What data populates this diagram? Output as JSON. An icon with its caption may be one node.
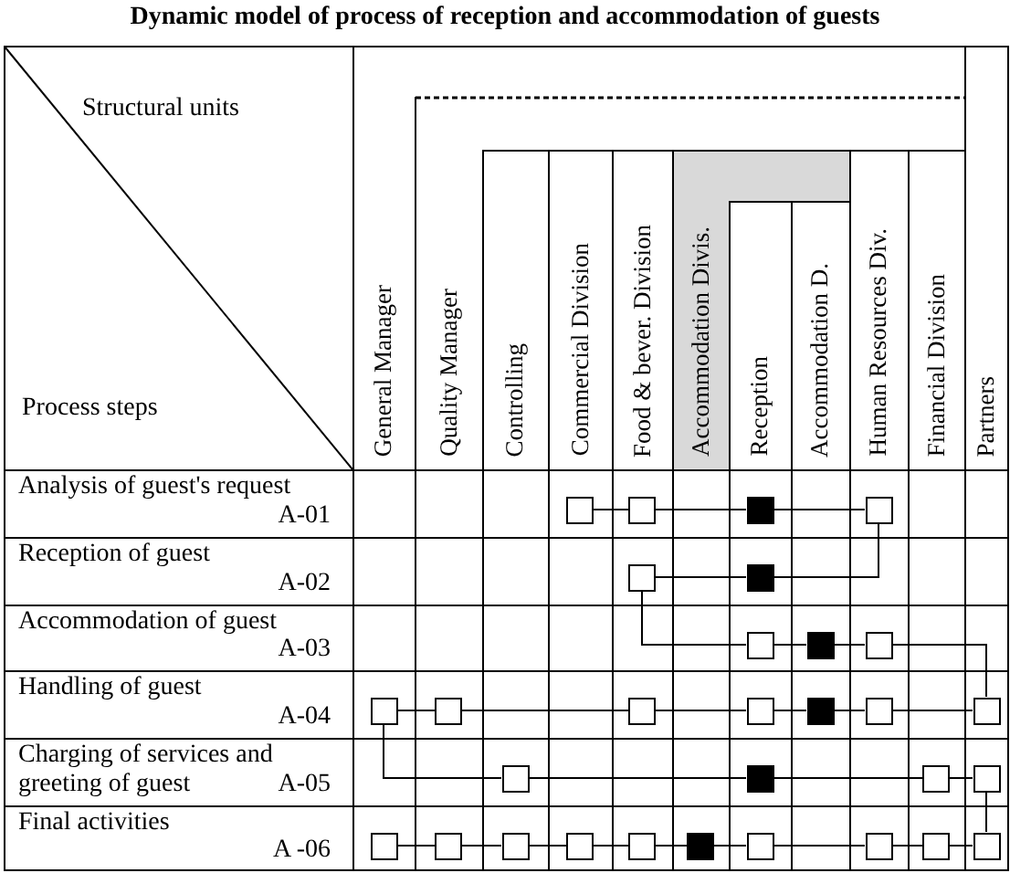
{
  "diagram": {
    "title": "Dynamic model of process of reception and accommodation of guests",
    "nodes": [
      {
        "text": [],
        "shape": "box"
      },
      {
        "text": [],
        "shape": "box"
      },
      {
        "text": [],
        "shape": "block"
      },
      {
        "text": [],
        "shape": "box"
      },
      {
        "text": [],
        "shape": "box"
      },
      {
        "text": [],
        "shape": "block"
      },
      {
        "text": [],
        "shape": "box"
      },
      {
        "text": [],
        "shape": "block"
      },
      {
        "text": [],
        "shape": "box"
      },
      {
        "text": [],
        "shape": "box"
      },
      {
        "text": [],
        "shape": "box"
      },
      {
        "text": [],
        "shape": "box"
      },
      {
        "text": [],
        "shape": "box"
      },
      {
        "text": [],
        "shape": "block"
      },
      {
        "text": [],
        "shape": "box"
      },
      {
        "text": [],
        "shape": "box"
      },
      {
        "text": [],
        "shape": "box"
      },
      {
        "text": [],
        "shape": "block"
      },
      {
        "text": [],
        "shape": "box"
      },
      {
        "text": [],
        "shape": "box"
      },
      {
        "text": [],
        "shape": "box"
      },
      {
        "text": [],
        "shape": "box"
      },
      {
        "text": [],
        "shape": "box"
      },
      {
        "text": [],
        "shape": "box"
      },
      {
        "text": [],
        "shape": "box"
      },
      {
        "text": [],
        "shape": "block"
      },
      {
        "text": [],
        "shape": "box"
      },
      {
        "text": [],
        "shape": "box"
      },
      {
        "text": [],
        "shape": "box"
      },
      {
        "text": [],
        "shape": "box"
      }
    ],
    "edges": [
      {
        "from": 0,
        "to": 1,
        "arrow": "none"
      },
      {
        "from": 1,
        "to": 2,
        "arrow": "none"
      },
      {
        "from": 2,
        "to": 3,
        "arrow": "none"
      },
      {
        "from": 4,
        "to": 5,
        "arrow": "none"
      },
      {
        "from": 3,
        "to": 5,
        "arrow": "none"
      },
      {
        "from": 4,
        "to": 6,
        "arrow": "none"
      },
      {
        "from": 6,
        "to": 7,
        "arrow": "none"
      },
      {
        "from": 7,
        "to": 8,
        "arrow": "none"
      },
      {
        "from": 8,
        "to": 15,
        "arrow": "none"
      },
      {
        "from": 9,
        "to": 10,
        "arrow": "none"
      },
      {
        "from": 10,
        "to": 11,
        "arrow": "none"
      },
      {
        "from": 11,
        "to": 12,
        "arrow": "none"
      },
      {
        "from": 12,
        "to": 13,
        "arrow": "none"
      },
      {
        "from": 13,
        "to": 14,
        "arrow": "none"
      },
      {
        "from": 14,
        "to": 15,
        "arrow": "none"
      },
      {
        "from": 9,
        "to": 16,
        "arrow": "none"
      },
      {
        "from": 16,
        "to": 17,
        "arrow": "none"
      },
      {
        "from": 17,
        "to": 18,
        "arrow": "none"
      },
      {
        "from": 18,
        "to": 19,
        "arrow": "none"
      },
      {
        "from": 19,
        "to": 29,
        "arrow": "none"
      },
      {
        "from": 20,
        "to": 21,
        "arrow": "none"
      },
      {
        "from": 21,
        "to": 22,
        "arrow": "none"
      },
      {
        "from": 22,
        "to": 23,
        "arrow": "none"
      },
      {
        "from": 23,
        "to": 24,
        "arrow": "none"
      },
      {
        "from": 24,
        "to": 25,
        "arrow": "none"
      },
      {
        "from": 25,
        "to": 26,
        "arrow": "none"
      },
      {
        "from": 26,
        "to": 27,
        "arrow": "none"
      },
      {
        "from": 27,
        "to": 28,
        "arrow": "none"
      },
      {
        "from": 28,
        "to": 29,
        "arrow": "none"
      }
    ],
    "labels": [
      "Structural units",
      "Process steps",
      "General Manager",
      "Quality Manager",
      "Controlling",
      "Commercial Division",
      "Food & bever. Division",
      "Accommodation Divis.",
      "Reception",
      "Accommodation D.",
      "Human Resources Div.",
      "Financial Division",
      "Partners",
      "Analysis of guest's request",
      "A-01",
      "Reception of guest",
      "A-02",
      "Accommodation of guest",
      "A-03",
      "Handling of guest",
      "A-04",
      "Charging of services and greeting of guest",
      "A-05",
      "Final activities",
      "A -06"
    ]
  }
}
